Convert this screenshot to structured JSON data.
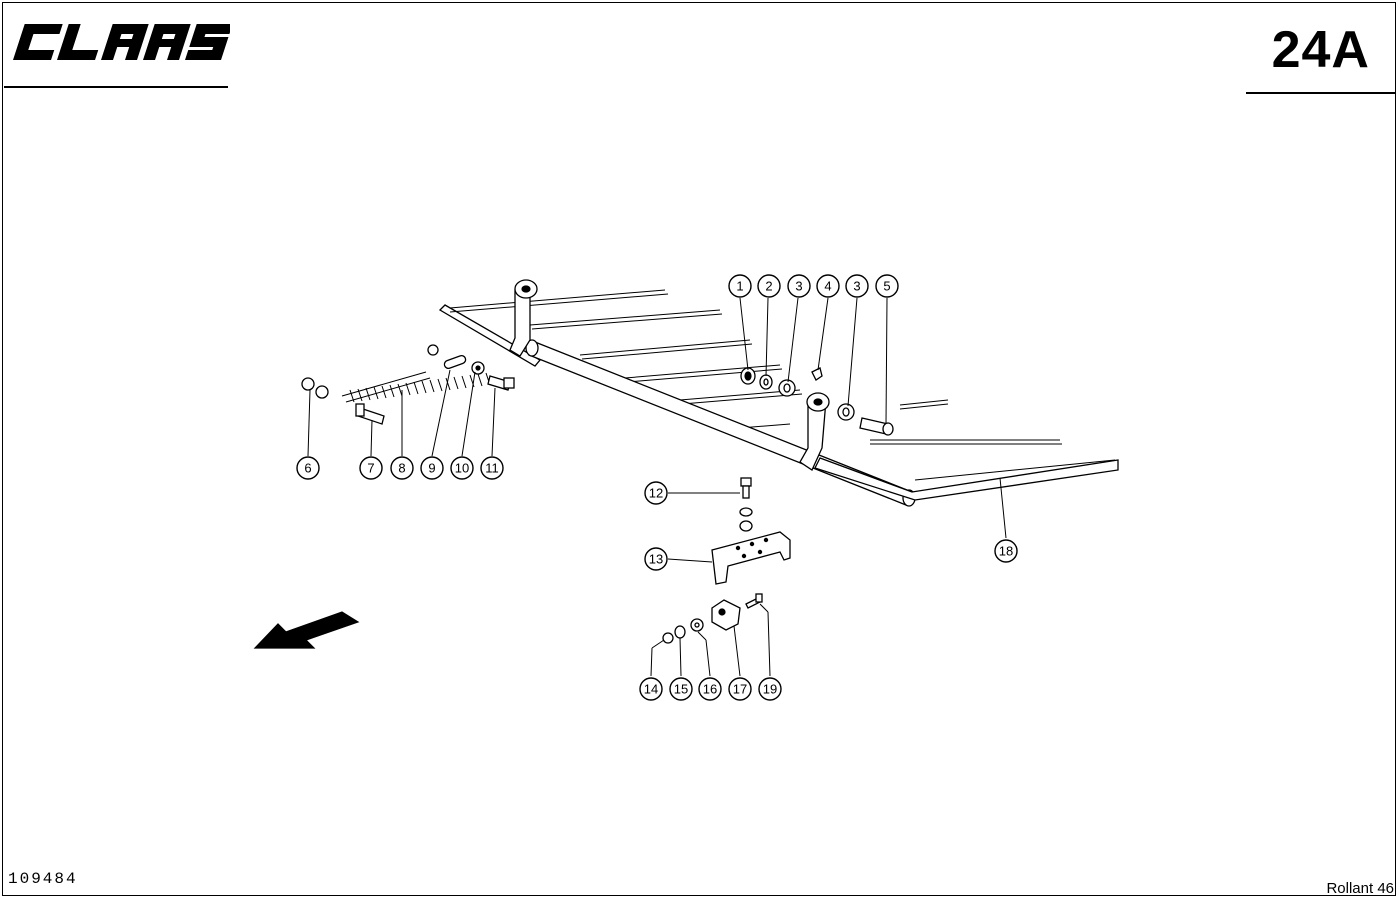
{
  "header": {
    "brand": "CLAAS",
    "page_code": "24A"
  },
  "footer": {
    "drawing_number": "109484",
    "model": "Rollant 46"
  },
  "callouts": [
    {
      "label": "1"
    },
    {
      "label": "2"
    },
    {
      "label": "3"
    },
    {
      "label": "4"
    },
    {
      "label": "3"
    },
    {
      "label": "5"
    },
    {
      "label": "6"
    },
    {
      "label": "7"
    },
    {
      "label": "8"
    },
    {
      "label": "9"
    },
    {
      "label": "10"
    },
    {
      "label": "11"
    },
    {
      "label": "12"
    },
    {
      "label": "13"
    },
    {
      "label": "14"
    },
    {
      "label": "15"
    },
    {
      "label": "16"
    },
    {
      "label": "17"
    },
    {
      "label": "19"
    },
    {
      "label": "18"
    }
  ]
}
